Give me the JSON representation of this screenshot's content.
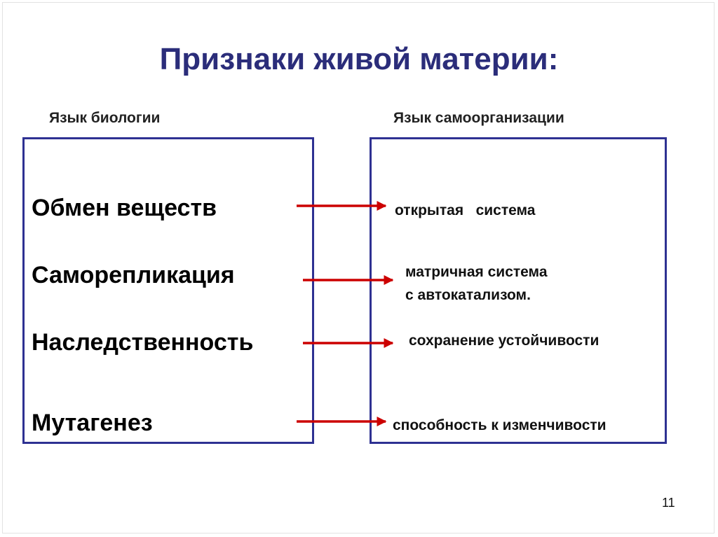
{
  "slide": {
    "title": "Признаки живой материи:",
    "page_number": "11",
    "colors": {
      "title": "#2b2d7a",
      "box_border": "#2e3192",
      "arrow": "#cc0000"
    }
  },
  "columns": {
    "left_header": "Язык биологии",
    "right_header": "Язык самоорганизации"
  },
  "rows": [
    {
      "term": "Обмен веществ",
      "description_lines": [
        "открытая   система"
      ]
    },
    {
      "term": "Саморепликация",
      "description_lines": [
        "матричная система",
        "с автокатализом."
      ]
    },
    {
      "term": "Наследственность",
      "description_lines": [
        "сохранение устойчивости"
      ]
    },
    {
      "term": "Мутагенез",
      "description_lines": [
        "способность к изменчивости"
      ]
    }
  ]
}
